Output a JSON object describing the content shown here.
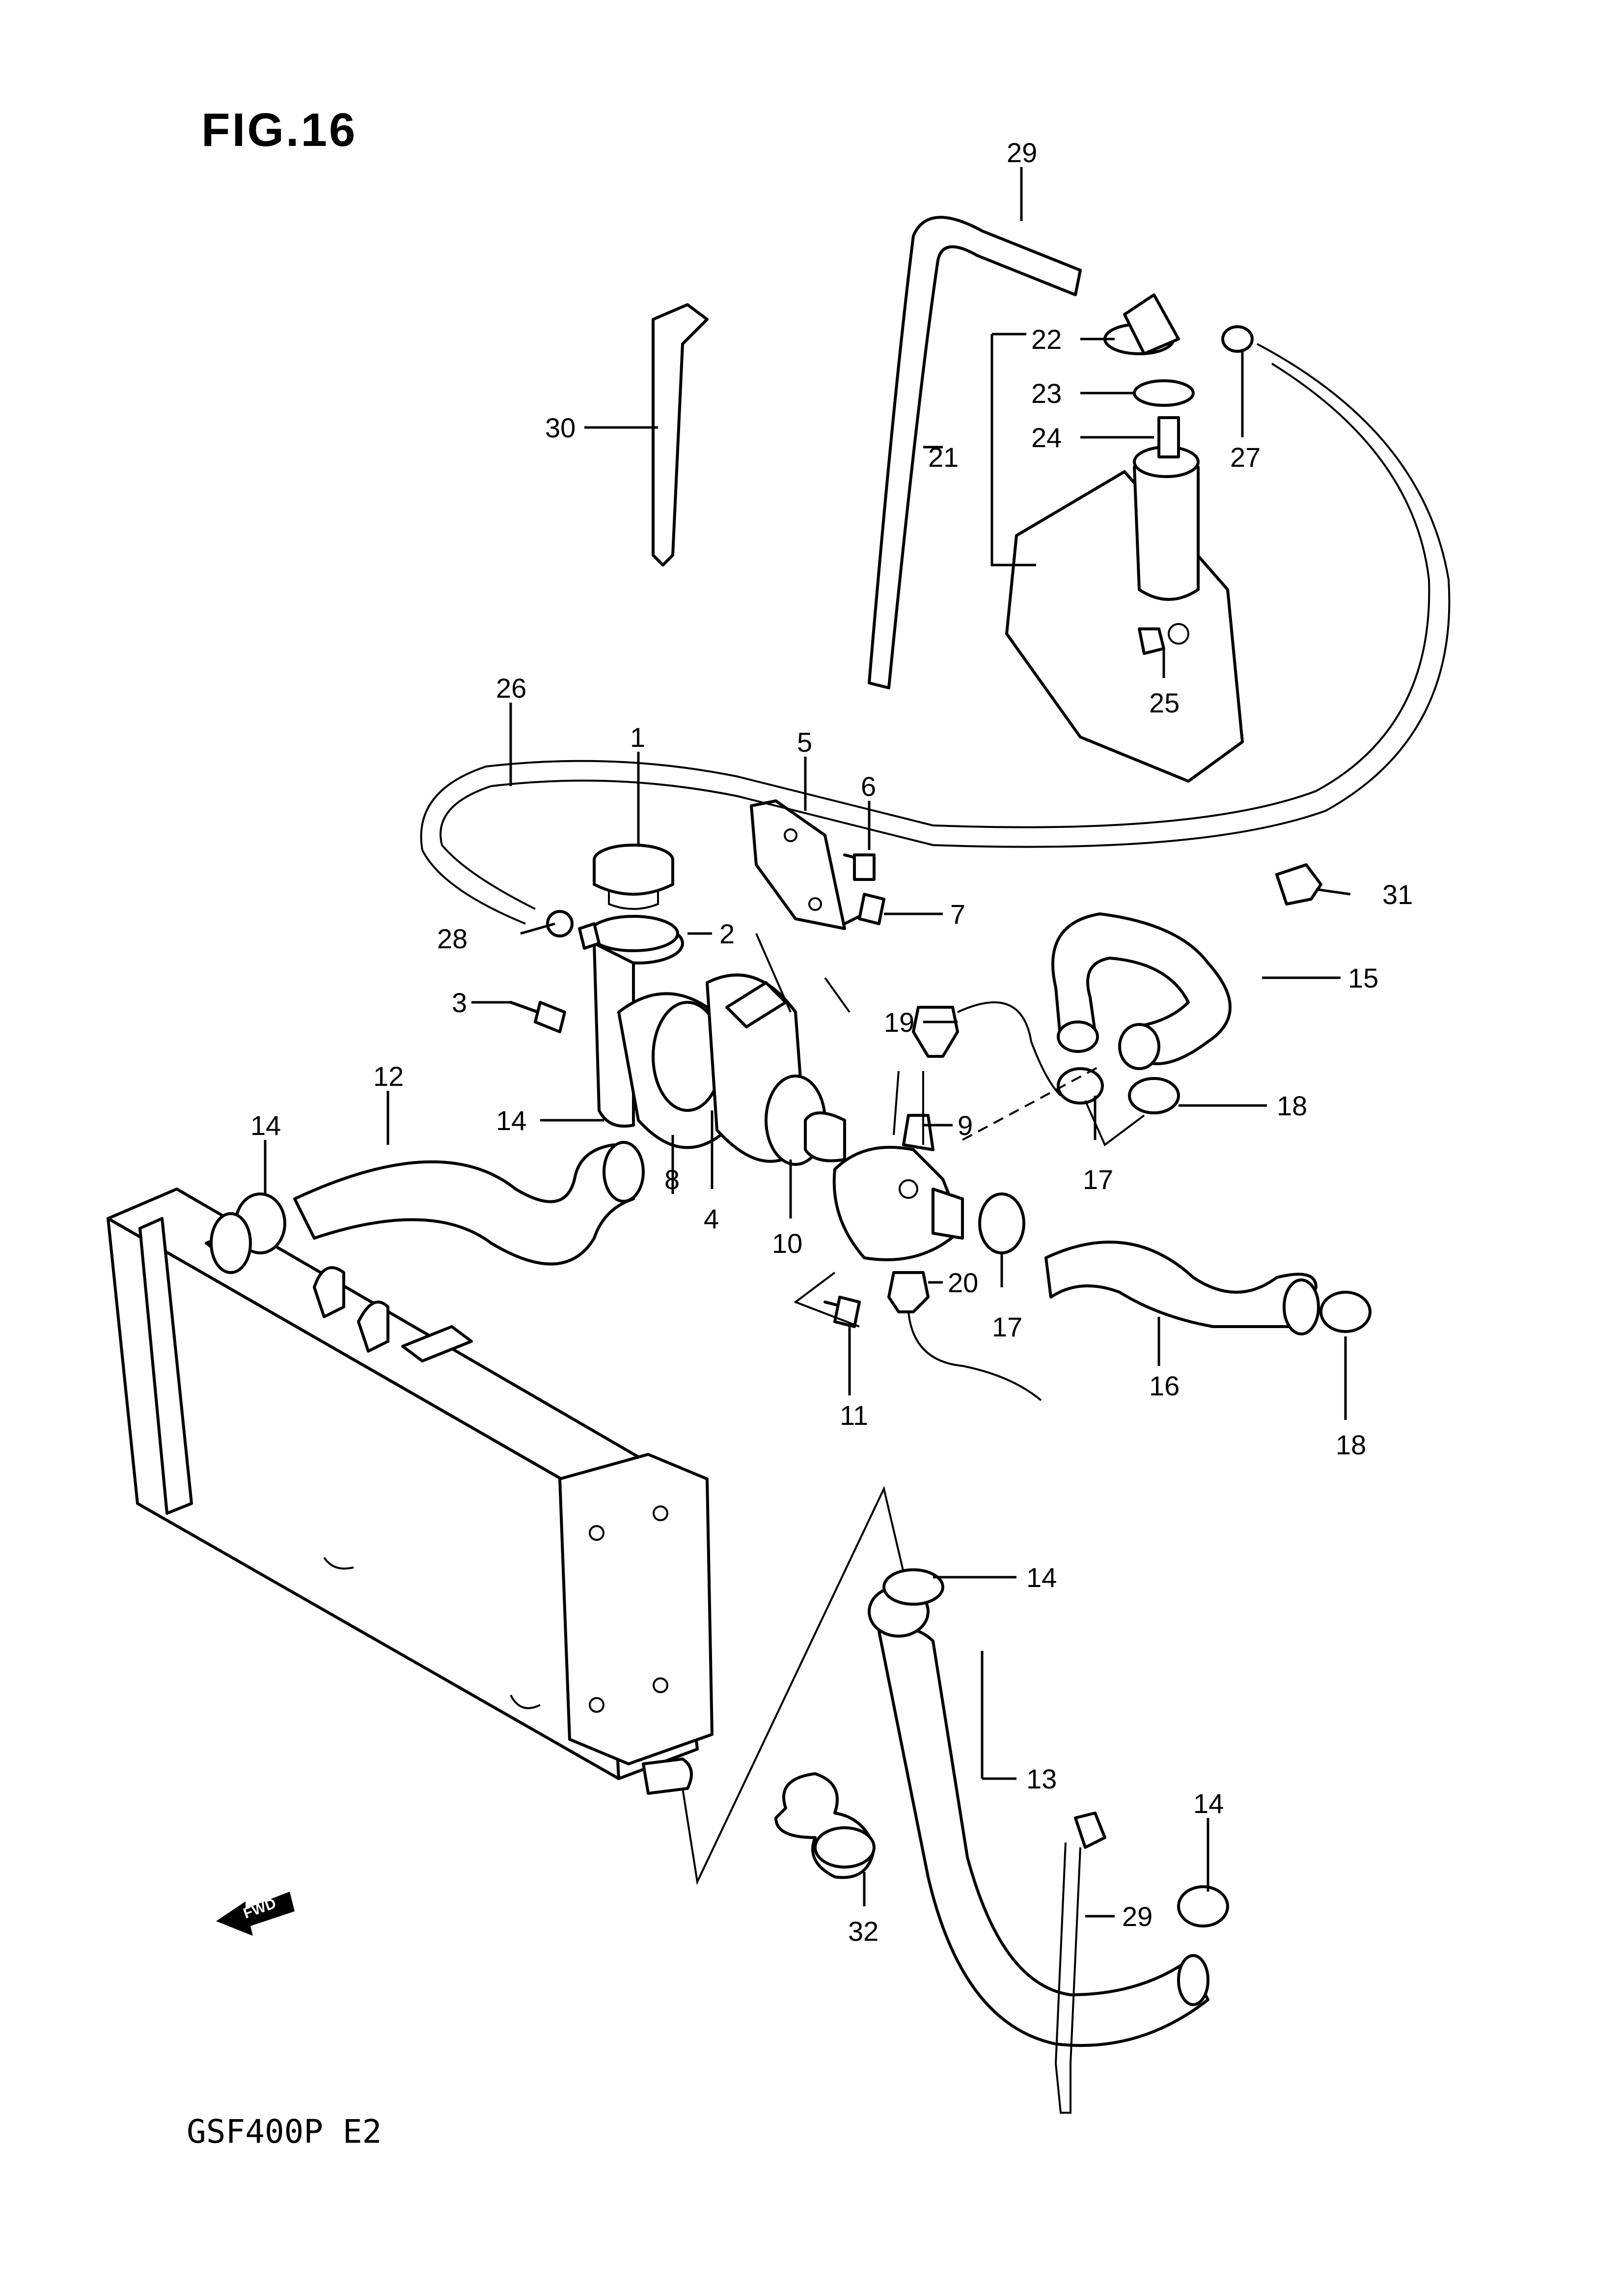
{
  "figure": {
    "title": "FIG.16",
    "model_code": "GSF400P E2"
  },
  "fwd_label": "FWD",
  "callouts": [
    "1",
    "2",
    "3",
    "4",
    "5",
    "6",
    "7",
    "8",
    "9",
    "10",
    "11",
    "12",
    "13",
    "14",
    "15",
    "16",
    "17",
    "18",
    "19",
    "20",
    "21",
    "22",
    "23",
    "24",
    "25",
    "26",
    "27",
    "28",
    "29",
    "30",
    "31",
    "32"
  ]
}
